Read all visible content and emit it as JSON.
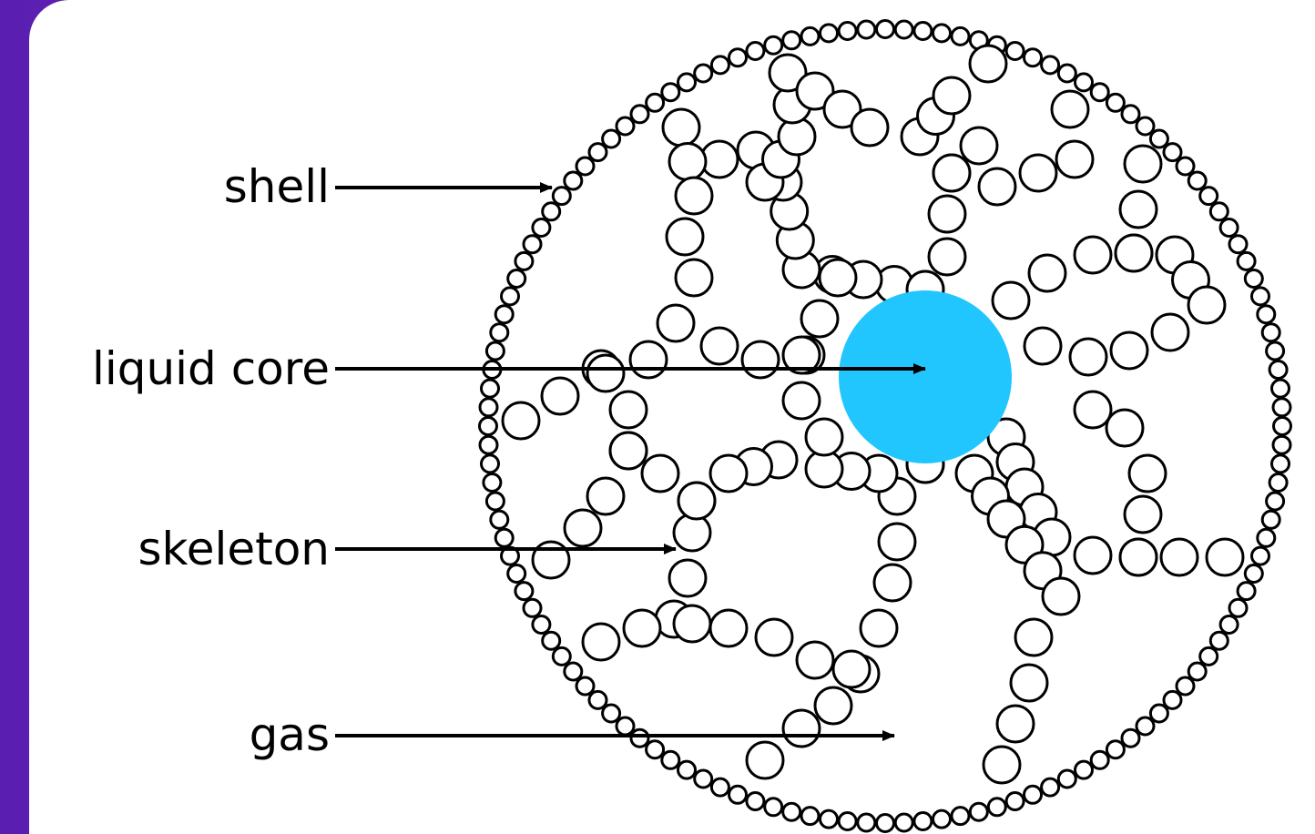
{
  "labels": {
    "shell": "shell",
    "liquid_core": "liquid core",
    "skeleton": "skeleton",
    "gas": "gas"
  },
  "colors": {
    "background_accent": "#7b2fd6",
    "panel": "#ffffff",
    "core": "#22c6ff",
    "line": "#000000"
  }
}
